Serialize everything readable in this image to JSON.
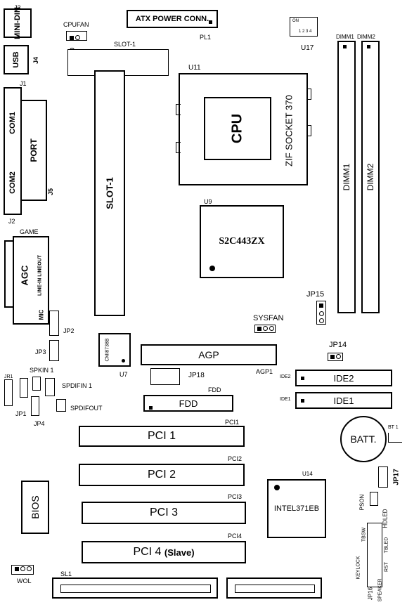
{
  "rear_panel": {
    "j3": "J3",
    "mini_din": "MINI-DIN",
    "usb": "USB",
    "j4": "J4",
    "j1": "J1",
    "com1": "COM1",
    "port": "PORT",
    "com2": "COM2",
    "j5": "J5",
    "j2": "J2",
    "game": "GAME",
    "agc": "AGC",
    "line_in_out": "LINE-IN LINEOUT",
    "mic": "MIC"
  },
  "top": {
    "cpufan": "CPUFAN",
    "atx_power": "ATX POWER CONN.",
    "pl1": "PL1",
    "slot1_label": "SLOT-1",
    "u17": "U17",
    "dip_on": "ON",
    "dip_numbers": "1 2 3 4",
    "dimm1_label": "DIMM1",
    "dimm2_label": "DIMM2"
  },
  "cpu_area": {
    "u11": "U11",
    "cpu": "CPU",
    "zif_socket": "ZIF SOCKET 370",
    "slot1_vertical": "SLOT-1",
    "dimm1_vertical": "DIMM1",
    "dimm2_vertical": "DIMM2"
  },
  "chipset": {
    "u9": "U9",
    "north_bridge": "S2C443ZX",
    "jp15": "JP15",
    "sysfan": "SYSFAN",
    "jp14": "JP14"
  },
  "audio": {
    "jp2": "JP2",
    "jp3": "JP3",
    "cmi_chip": "CMI8738B",
    "u7": "U7",
    "jr1": "JR1",
    "spkin1": "SPKIN 1",
    "spdifin1": "SPDIFIN 1",
    "jp1": "JP1",
    "jp4": "JP4",
    "spdifout": "SPDIFOUT"
  },
  "expansion": {
    "agp": "AGP",
    "agp1": "AGP1",
    "jp18": "JP18",
    "fdd_small": "FDD",
    "fdd": "FDD",
    "ide2_small": "IDE2",
    "ide2": "IDE2",
    "ide1_small": "IDE1",
    "ide1": "IDE1",
    "pci1_small": "PCI1",
    "pci1": "PCI 1",
    "pci2_small": "PCI2",
    "pci2": "PCI 2",
    "pci3_small": "PCI3",
    "pci3": "PCI 3",
    "pci4_small": "PCI4",
    "pci4": "PCI 4",
    "pci4_slave": "(Slave)"
  },
  "lower": {
    "batt": "BATT.",
    "bt1": "BT 1",
    "jp17": "JP17",
    "u14": "U14",
    "south_bridge": "INTEL371EB",
    "bios": "BIOS",
    "wol": "WOL",
    "sl1": "SL1",
    "pson": "PSON",
    "keylock": "KEYLOCK",
    "tbsw": "TBSW",
    "jp16": "JP16",
    "speaker": "SPEAKER",
    "rst": "RST",
    "tbled": "TBLED",
    "hdled": "HDLED"
  }
}
